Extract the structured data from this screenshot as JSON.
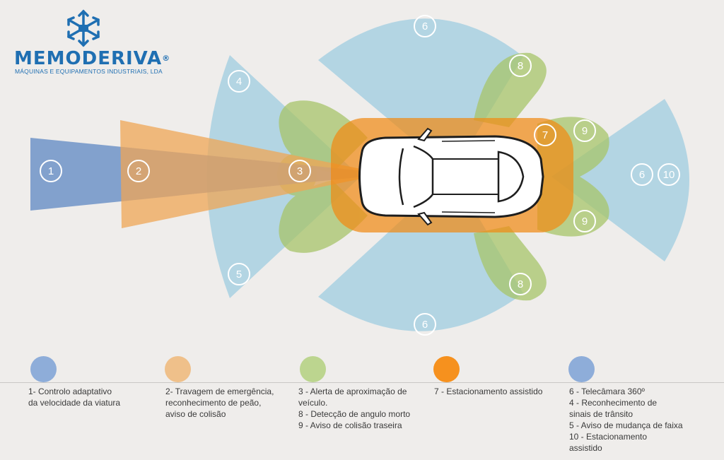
{
  "logo": {
    "brand": "MEMODERIVA",
    "registered": "®",
    "subtitle": "MÁQUINAS E EQUIPAMENTOS INDUSTRIAIS, LDA"
  },
  "colors": {
    "blue_zone": "#6f96c9",
    "orange_zone": "#f0a044",
    "green_zone": "#a3c35f",
    "dark_orange_zone": "#f08a15",
    "light_blue_zone": "#a8cfe0",
    "badge_ring": "#ffffff",
    "logo_blue": "#1f6fb2"
  },
  "badges": {
    "b1": "1",
    "b2": "2",
    "b3": "3",
    "b4": "4",
    "b5": "5",
    "b6_top": "6",
    "b6_bottom": "6",
    "b6_right": "6",
    "b7": "7",
    "b8_top": "8",
    "b8_bottom": "8",
    "b9_top": "9",
    "b9_bottom": "9",
    "b10": "10"
  },
  "legend": [
    {
      "color": "#8eadd9",
      "text": "1- Controlo adaptativo\nda velocidade da viatura"
    },
    {
      "color": "#efc08a",
      "text": "2- Travagem de emergência,\nreconhecimento de peão,\naviso de colisão"
    },
    {
      "color": "#bcd58f",
      "text": "3 - Alerta de aproximação de\nveículo.\n8 - Detecção de angulo morto\n9 - Aviso de colisão traseira"
    },
    {
      "color": "#f6911e",
      "text": "7 - Estacionamento assistido"
    },
    {
      "color": "#8eadd9",
      "text": "6 - Telecâmara 360º\n4 - Reconhecimento de\nsinais de trânsito\n5 - Aviso de mudança de faixa\n10 - Estacionamento\nassistido"
    }
  ]
}
